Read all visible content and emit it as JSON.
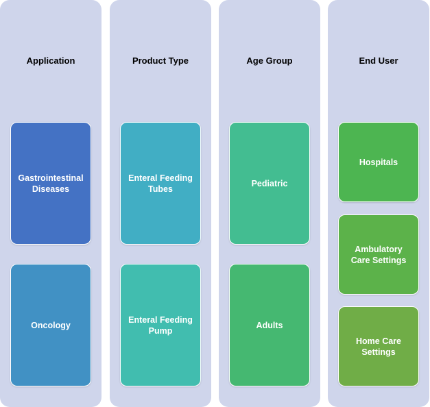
{
  "columns": [
    {
      "header": "Application",
      "items": [
        "Gastrointestinal\nDiseases",
        "Oncology"
      ]
    },
    {
      "header": "Product Type",
      "items": [
        "Enteral Feeding\nTubes",
        "Enteral Feeding\nPump"
      ]
    },
    {
      "header": "Age Group",
      "items": [
        "Pediatric",
        "Adults"
      ]
    },
    {
      "header": "End User",
      "items": [
        "Hospitals",
        "Ambulatory\nCare  Settings",
        "Home Care\nSettings"
      ]
    }
  ],
  "colors": {
    "column_bg": "#cfd5eb",
    "gastrointestinal": "#4472c4",
    "oncology": "#4191c4",
    "enteral_tubes": "#41aec4",
    "enteral_pump": "#41bdaf",
    "pediatric": "#43bd91",
    "adults": "#45b871",
    "hospitals": "#4db551",
    "ambulatory": "#5cb24a",
    "home_care": "#70ad47"
  }
}
